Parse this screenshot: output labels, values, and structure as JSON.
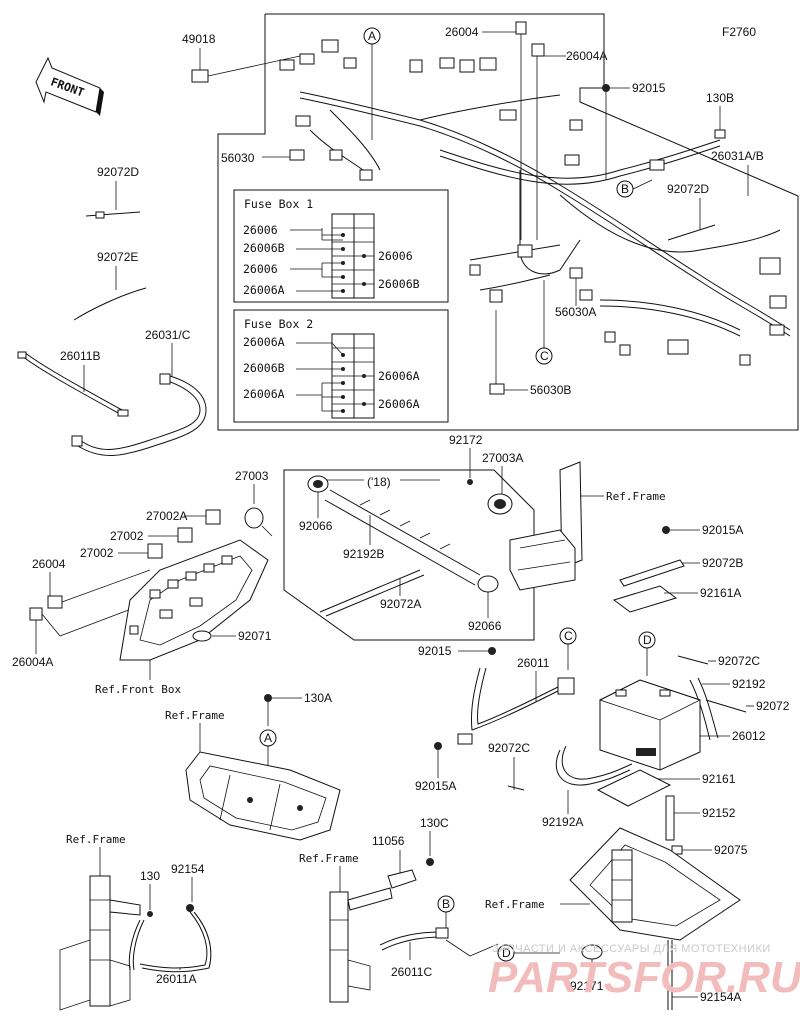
{
  "figure_code": "F2760",
  "front_label": "FRONT",
  "callouts": [
    "A",
    "B",
    "C",
    "D"
  ],
  "fuse_box_1": {
    "title": "Fuse Box 1",
    "left_labels": [
      "26006",
      "26006B",
      "26006",
      "26006A"
    ],
    "right_labels": [
      "26006",
      "26006B"
    ]
  },
  "fuse_box_2": {
    "title": "Fuse Box 2",
    "left_labels": [
      "26006A",
      "26006B",
      "26006A"
    ],
    "right_labels": [
      "26006A",
      "26006A"
    ]
  },
  "year_note": "('18)",
  "ref_labels": {
    "frame": "Ref.Frame",
    "front_box": "Ref.Front Box"
  },
  "parts": {
    "p49018": "49018",
    "p26004_top": "26004",
    "p26004A_top": "26004A",
    "p92015_top": "92015",
    "p130B": "130B",
    "p26031AB": "26031A/B",
    "p56030_top": "56030",
    "p92072D_left": "92072D",
    "p92072D_right": "92072D",
    "p92072E": "92072E",
    "p26011B": "26011B",
    "p26031C": "26031/C",
    "p56030A": "56030A",
    "p56030B": "56030B",
    "p92172": "92172",
    "p27003A": "27003A",
    "p27003": "27003",
    "p27002A": "27002A",
    "p27002_1": "27002",
    "p27002_2": "27002",
    "p26004_left": "26004",
    "p26004A_left": "26004A",
    "p92071": "92071",
    "p92066_1": "92066",
    "p92192B": "92192B",
    "p92072A": "92072A",
    "p92066_2": "92066",
    "p92015A_right": "92015A",
    "p92072B": "92072B",
    "p92161A": "92161A",
    "p92015_mid": "92015",
    "p26011": "26011",
    "p92072C_right": "92072C",
    "p92192": "92192",
    "p92072": "92072",
    "p130A": "130A",
    "p26012": "26012",
    "p92072C_mid": "92072C",
    "p92015A_mid": "92015A",
    "p92161": "92161",
    "p92192A": "92192A",
    "p92152": "92152",
    "p130C": "130C",
    "p11056": "11056",
    "p92075": "92075",
    "p130": "130",
    "p92154": "92154",
    "p26011A": "26011A",
    "p26011C": "26011C",
    "p92171": "92171",
    "p92154A": "92154A"
  },
  "watermark": {
    "top": "ЗАПЧАСТИ И АКСЕССУАРЫ ДЛЯ МОТОТЕХНИКИ",
    "logo": "PARTSFOR.RU"
  }
}
